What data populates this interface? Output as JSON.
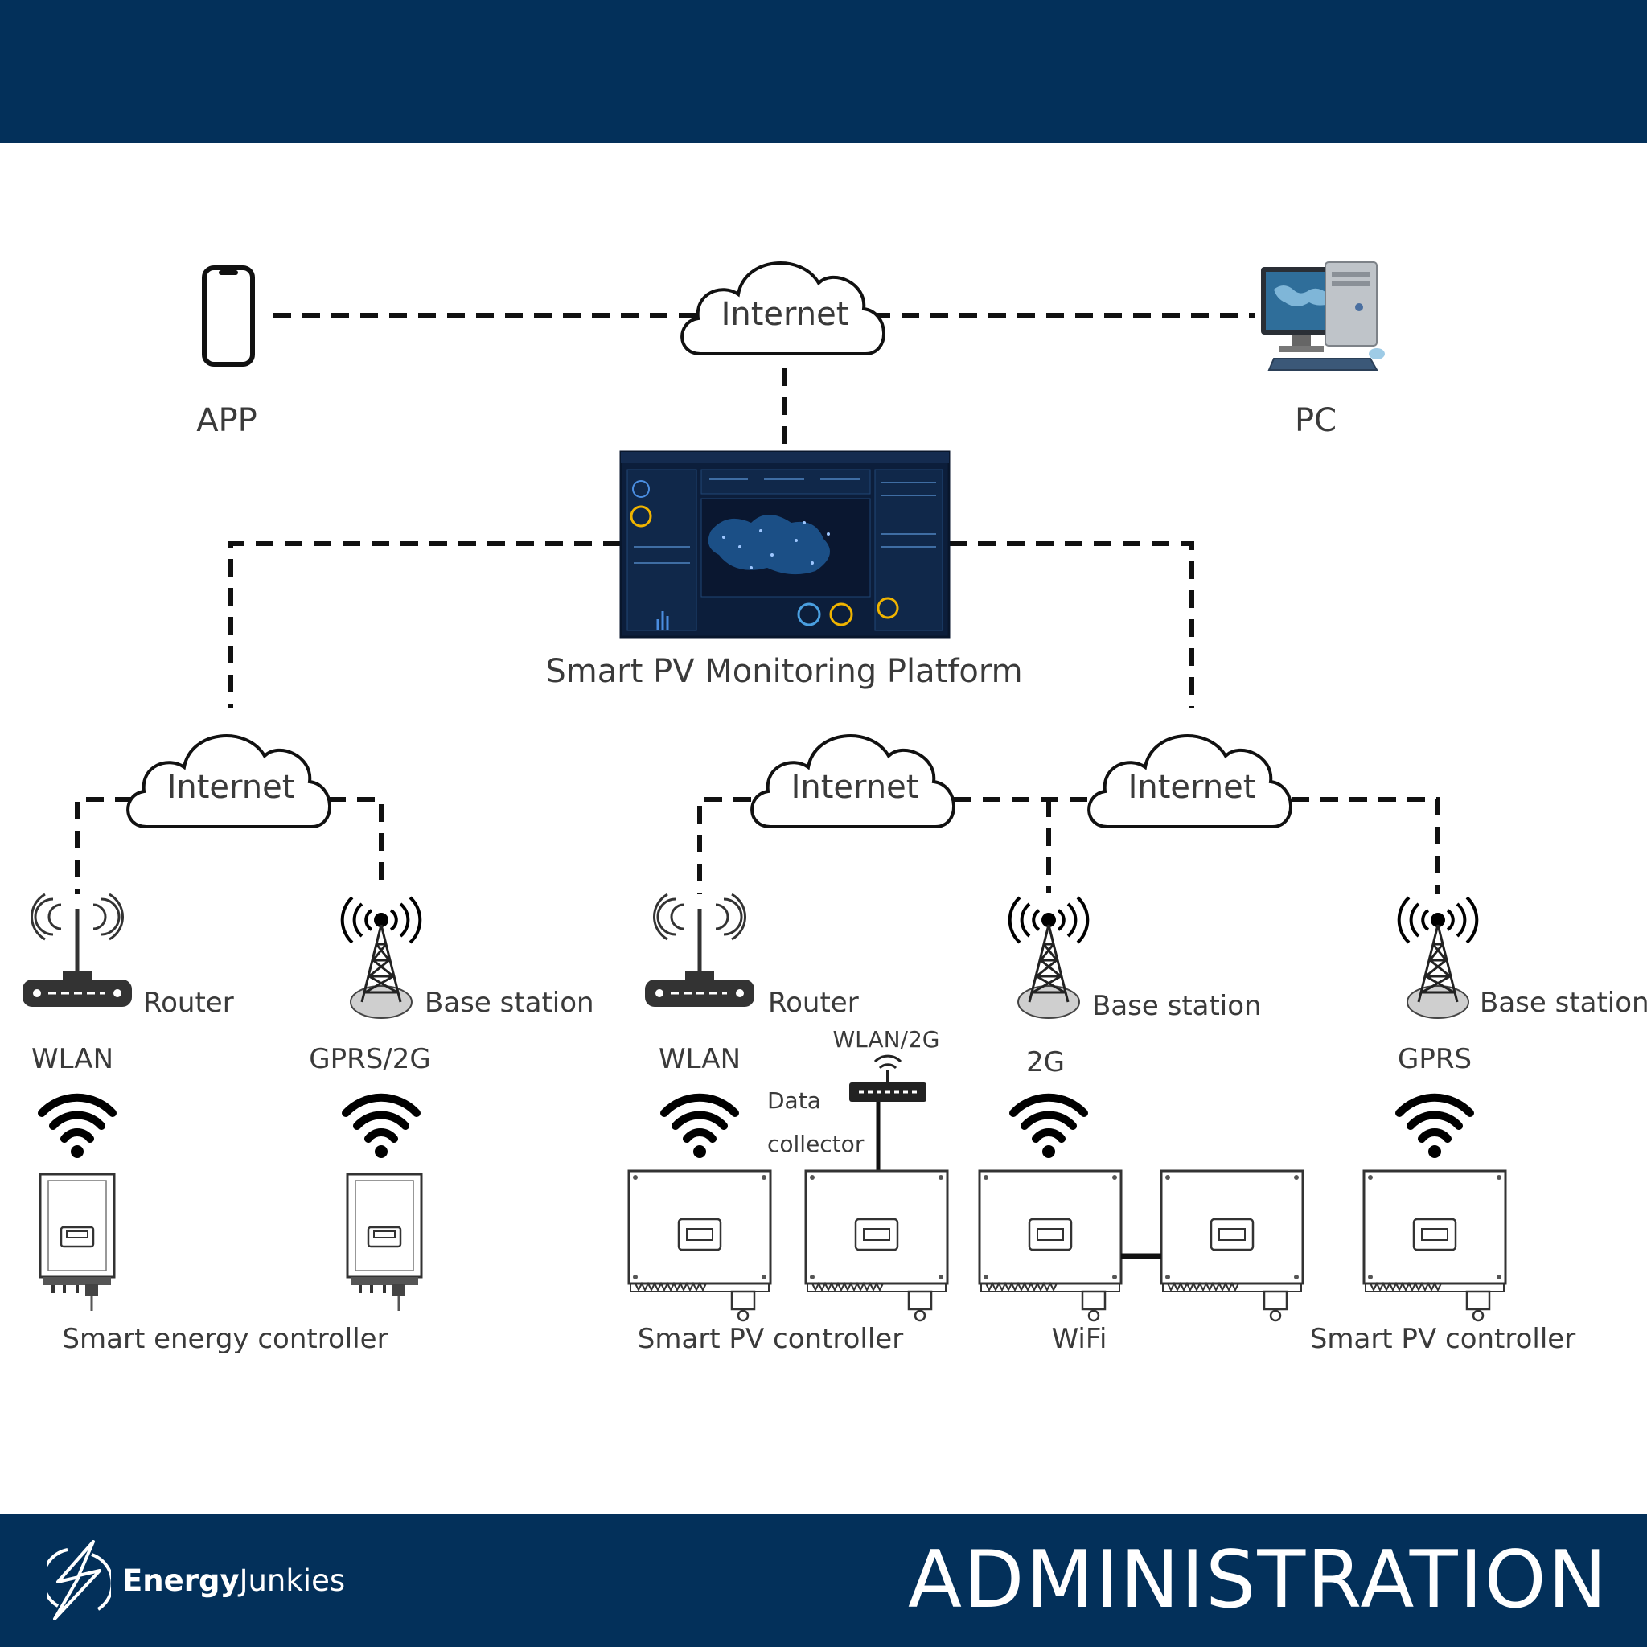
{
  "header": {},
  "footer": {
    "brand_bold": "Energy",
    "brand_light": "Junkies",
    "section_title": "ADMINISTRATION"
  },
  "diagram": {
    "top": {
      "internet": "Internet",
      "app": "APP",
      "pc": "PC",
      "platform": "Smart PV Monitoring Platform"
    },
    "clouds": {
      "left": "Internet",
      "middle": "Internet",
      "right": "Internet"
    },
    "devices": {
      "router_1": "Router",
      "wlan_1": "WLAN",
      "base_station_1": "Base station",
      "gprs2g_1": "GPRS/2G",
      "smart_energy_controller": "Smart energy controller",
      "router_2": "Router",
      "wlan_2": "WLAN",
      "wlan2g": "WLAN/2G",
      "data": "Data",
      "collector": "collector",
      "smart_pv_controller_1": "Smart PV controller",
      "base_station_2": "Base station",
      "two_g": "2G",
      "wifi": "WiFi",
      "base_station_3": "Base station",
      "gprs": "GPRS",
      "smart_pv_controller_2": "Smart PV controller"
    }
  }
}
